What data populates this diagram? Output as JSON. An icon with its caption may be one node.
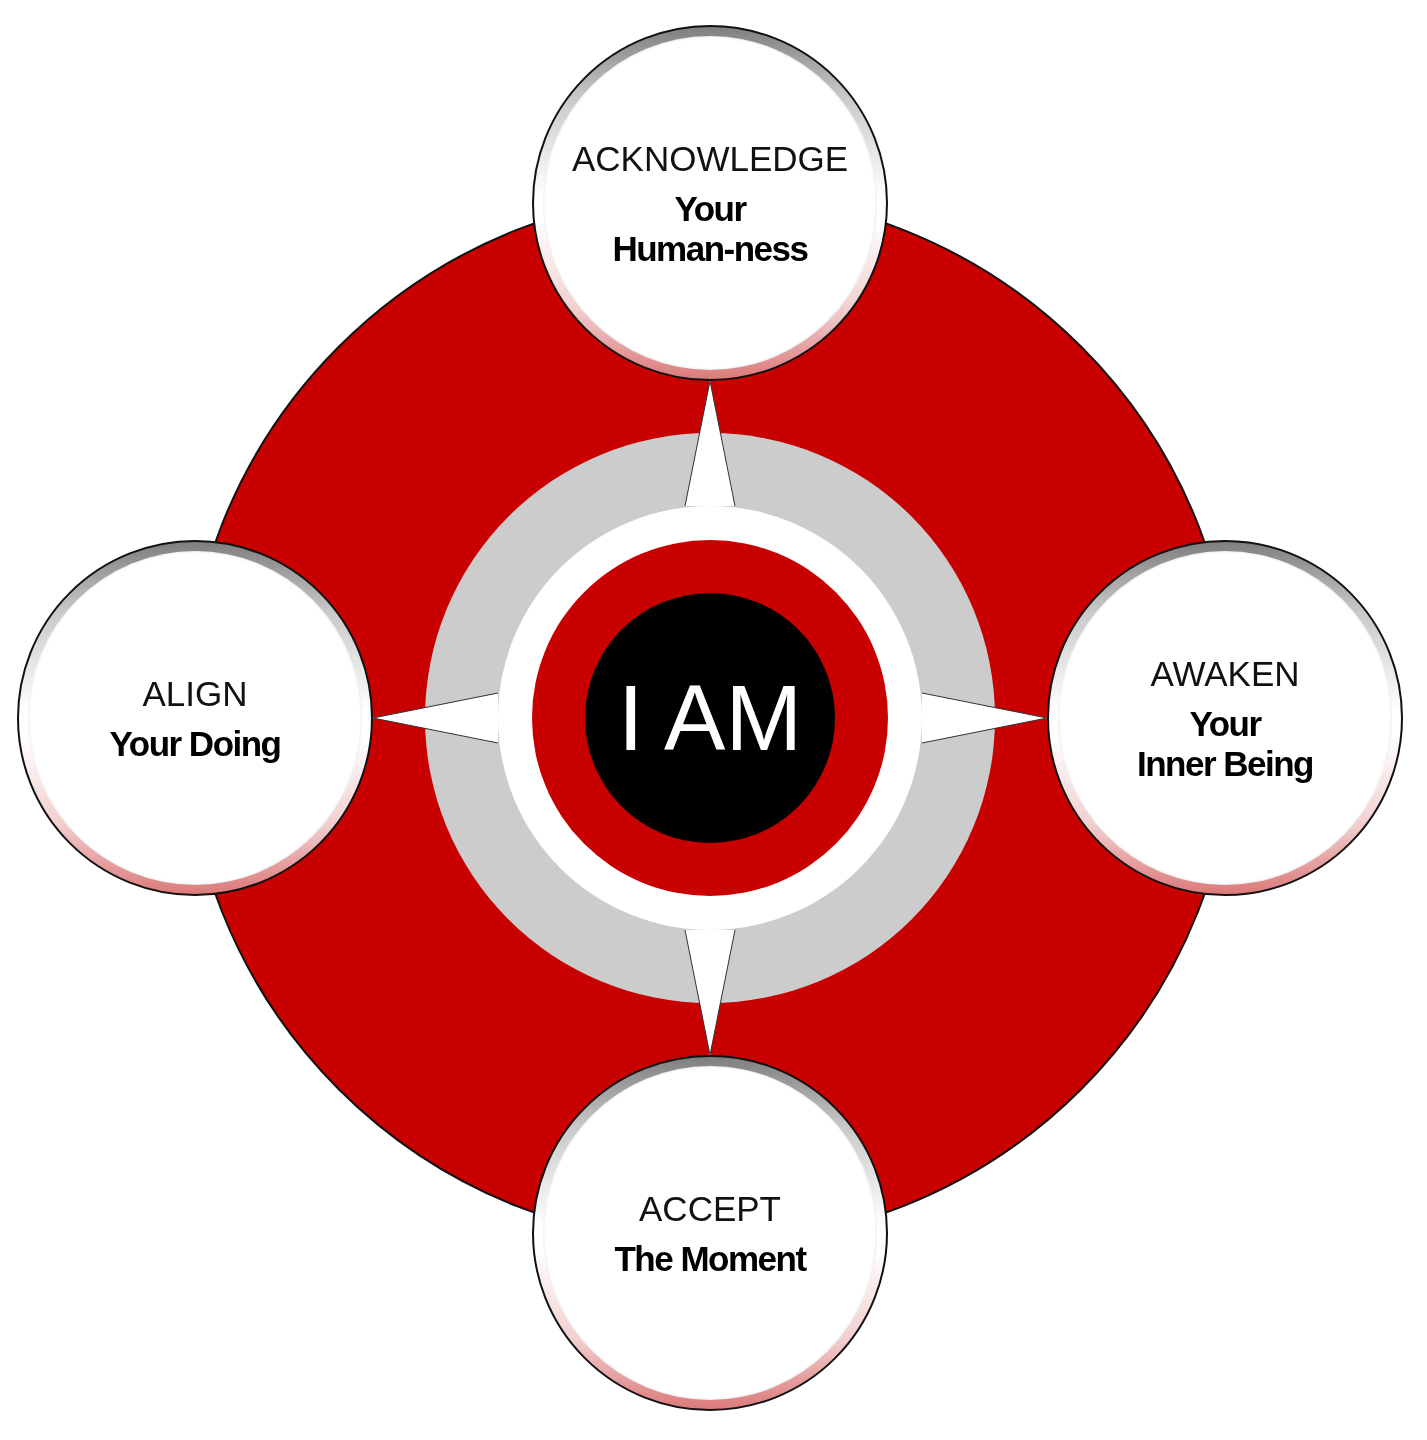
{
  "diagram": {
    "nodes": [
      {
        "text": [
          "ACKNOWLEDGE",
          "Your Human-ness"
        ]
      },
      {
        "text": [
          "ALIGN",
          "Your Doing"
        ]
      },
      {
        "text": [
          "I AM"
        ]
      },
      {
        "text": [
          "AWAKEN",
          "Your Inner Being"
        ]
      },
      {
        "text": [
          "ACCEPT",
          "The Moment"
        ]
      }
    ],
    "edges": [
      {
        "from": 2,
        "to": 0,
        "arrow": "to"
      },
      {
        "from": 2,
        "to": 1,
        "arrow": "to"
      },
      {
        "from": 2,
        "to": 3,
        "arrow": "to"
      },
      {
        "from": 2,
        "to": 4,
        "arrow": "to"
      }
    ]
  }
}
